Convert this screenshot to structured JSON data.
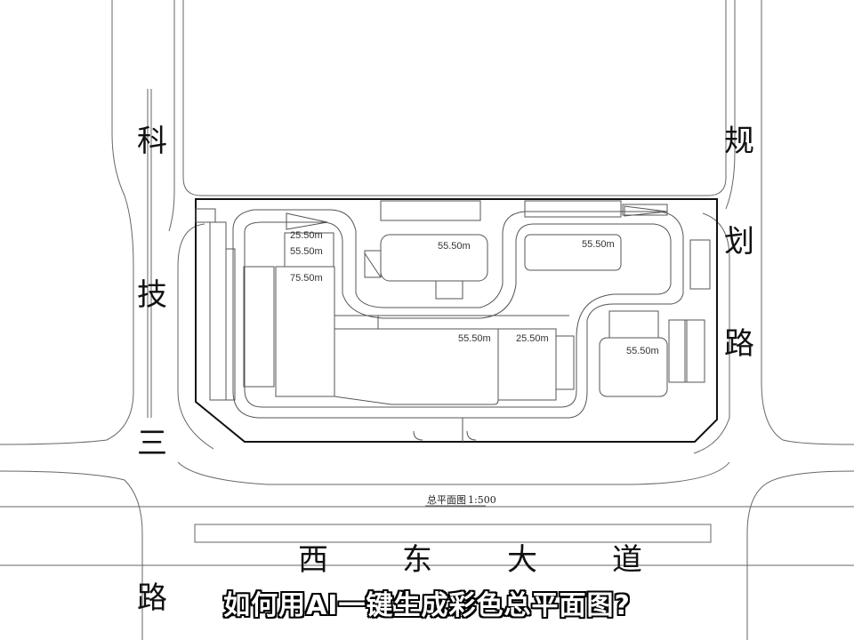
{
  "roads": {
    "left": [
      "科",
      "技",
      "三",
      "路"
    ],
    "right": [
      "规",
      "划",
      "路"
    ],
    "bottom": [
      "西",
      "东",
      "大",
      "道"
    ]
  },
  "elevations": {
    "a": "25.50m",
    "b": "55.50m",
    "c": "75.50m",
    "d": "55.50m",
    "e": "55.50m",
    "f": "55.50m",
    "g": "25.50m",
    "h": "55.50m"
  },
  "caption": {
    "title": "总平面图",
    "scale": "1:500"
  },
  "subtitle": "如何用AI一键生成彩色总平面图?",
  "colors": {
    "line": "#555555",
    "boundary": "#111111",
    "background": "#ffffff"
  }
}
